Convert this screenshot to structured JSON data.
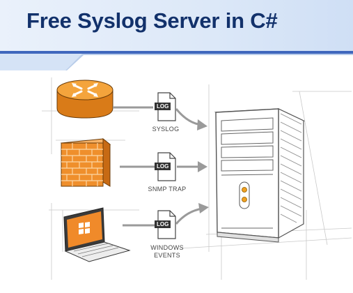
{
  "header": {
    "title": "Free Syslog Server in C#"
  },
  "diagram": {
    "sources": [
      {
        "name": "router",
        "doc_tag": "LOG",
        "label_lines": [
          "SYSLOG"
        ]
      },
      {
        "name": "firewall",
        "doc_tag": "LOG",
        "label_lines": [
          "SNMP TRAP"
        ]
      },
      {
        "name": "laptop",
        "doc_tag": "LOG",
        "label_lines": [
          "WINDOWS",
          "EVENTS"
        ]
      }
    ],
    "colors": {
      "title": "#12316b",
      "accent_bar": "#3f67bd",
      "router": "#f0962e",
      "firewall": "#ef8f2c",
      "laptop_screen": "#f08a2a",
      "server_outline": "#555555"
    }
  }
}
